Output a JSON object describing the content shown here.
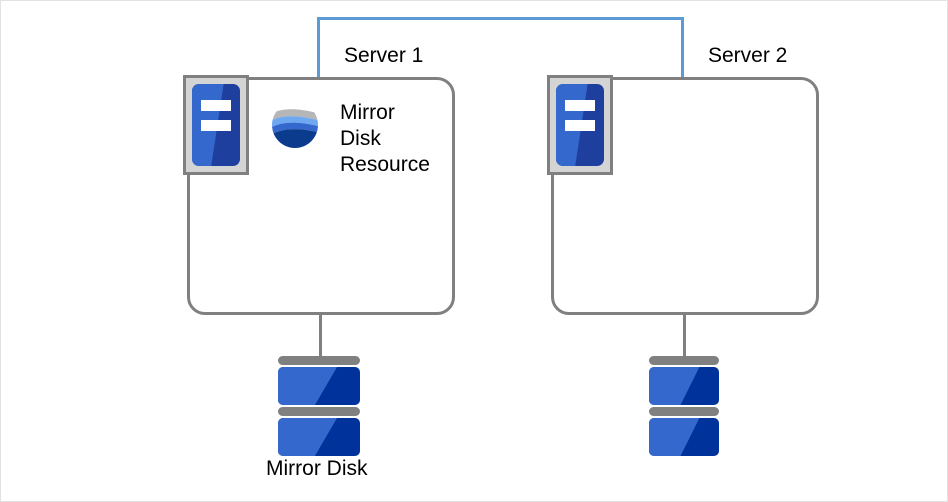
{
  "diagram": {
    "title": "Mirror Disk Resource cluster diagram",
    "colors": {
      "interconnect": "#5b9bd5",
      "enclosure_border": "#808080",
      "icon_blue_light": "#3568cd",
      "icon_blue_dark": "#00329b",
      "icon_frame": "#d4d4d4",
      "text": "#000000",
      "globe_gray": "#b6b6b6",
      "globe_light_blue": "#6ea8f0",
      "globe_mid_blue": "#3568cd",
      "globe_dark_blue": "#0b3b8c"
    },
    "servers": [
      {
        "id": "server1",
        "label": "Server 1",
        "icon_name": "server-machine-icon",
        "resource": {
          "icon_name": "mirror-disk-resource-globe-icon",
          "lines": [
            "Mirror",
            "Disk",
            "Resource"
          ],
          "text": "Mirror\nDisk\nResource"
        }
      },
      {
        "id": "server2",
        "label": "Server 2",
        "icon_name": "server-machine-icon",
        "resource": null
      }
    ],
    "disks": [
      {
        "id": "disk1",
        "label": "Mirror Disk",
        "icon_name": "disk-stack-icon"
      },
      {
        "id": "disk2",
        "label": "",
        "icon_name": "disk-stack-icon"
      }
    ],
    "interconnect": {
      "name": "server-interconnect-line",
      "style": "bracket"
    }
  }
}
